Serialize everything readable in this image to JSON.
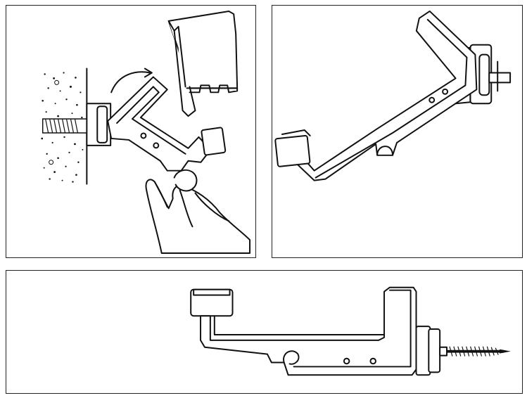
{
  "figure": {
    "panels": [
      {
        "id": "panel-1",
        "depicts": "install-step"
      },
      {
        "id": "panel-2",
        "depicts": "bracket-angled-view"
      },
      {
        "id": "panel-3",
        "depicts": "bracket-side-view"
      }
    ]
  },
  "colors": {
    "line": "#111111",
    "background": "#ffffff"
  },
  "icons": [
    "bracket-icon",
    "screw-icon",
    "hand-icon",
    "gutter-profile-icon",
    "wall-icon",
    "arrow-icon"
  ]
}
